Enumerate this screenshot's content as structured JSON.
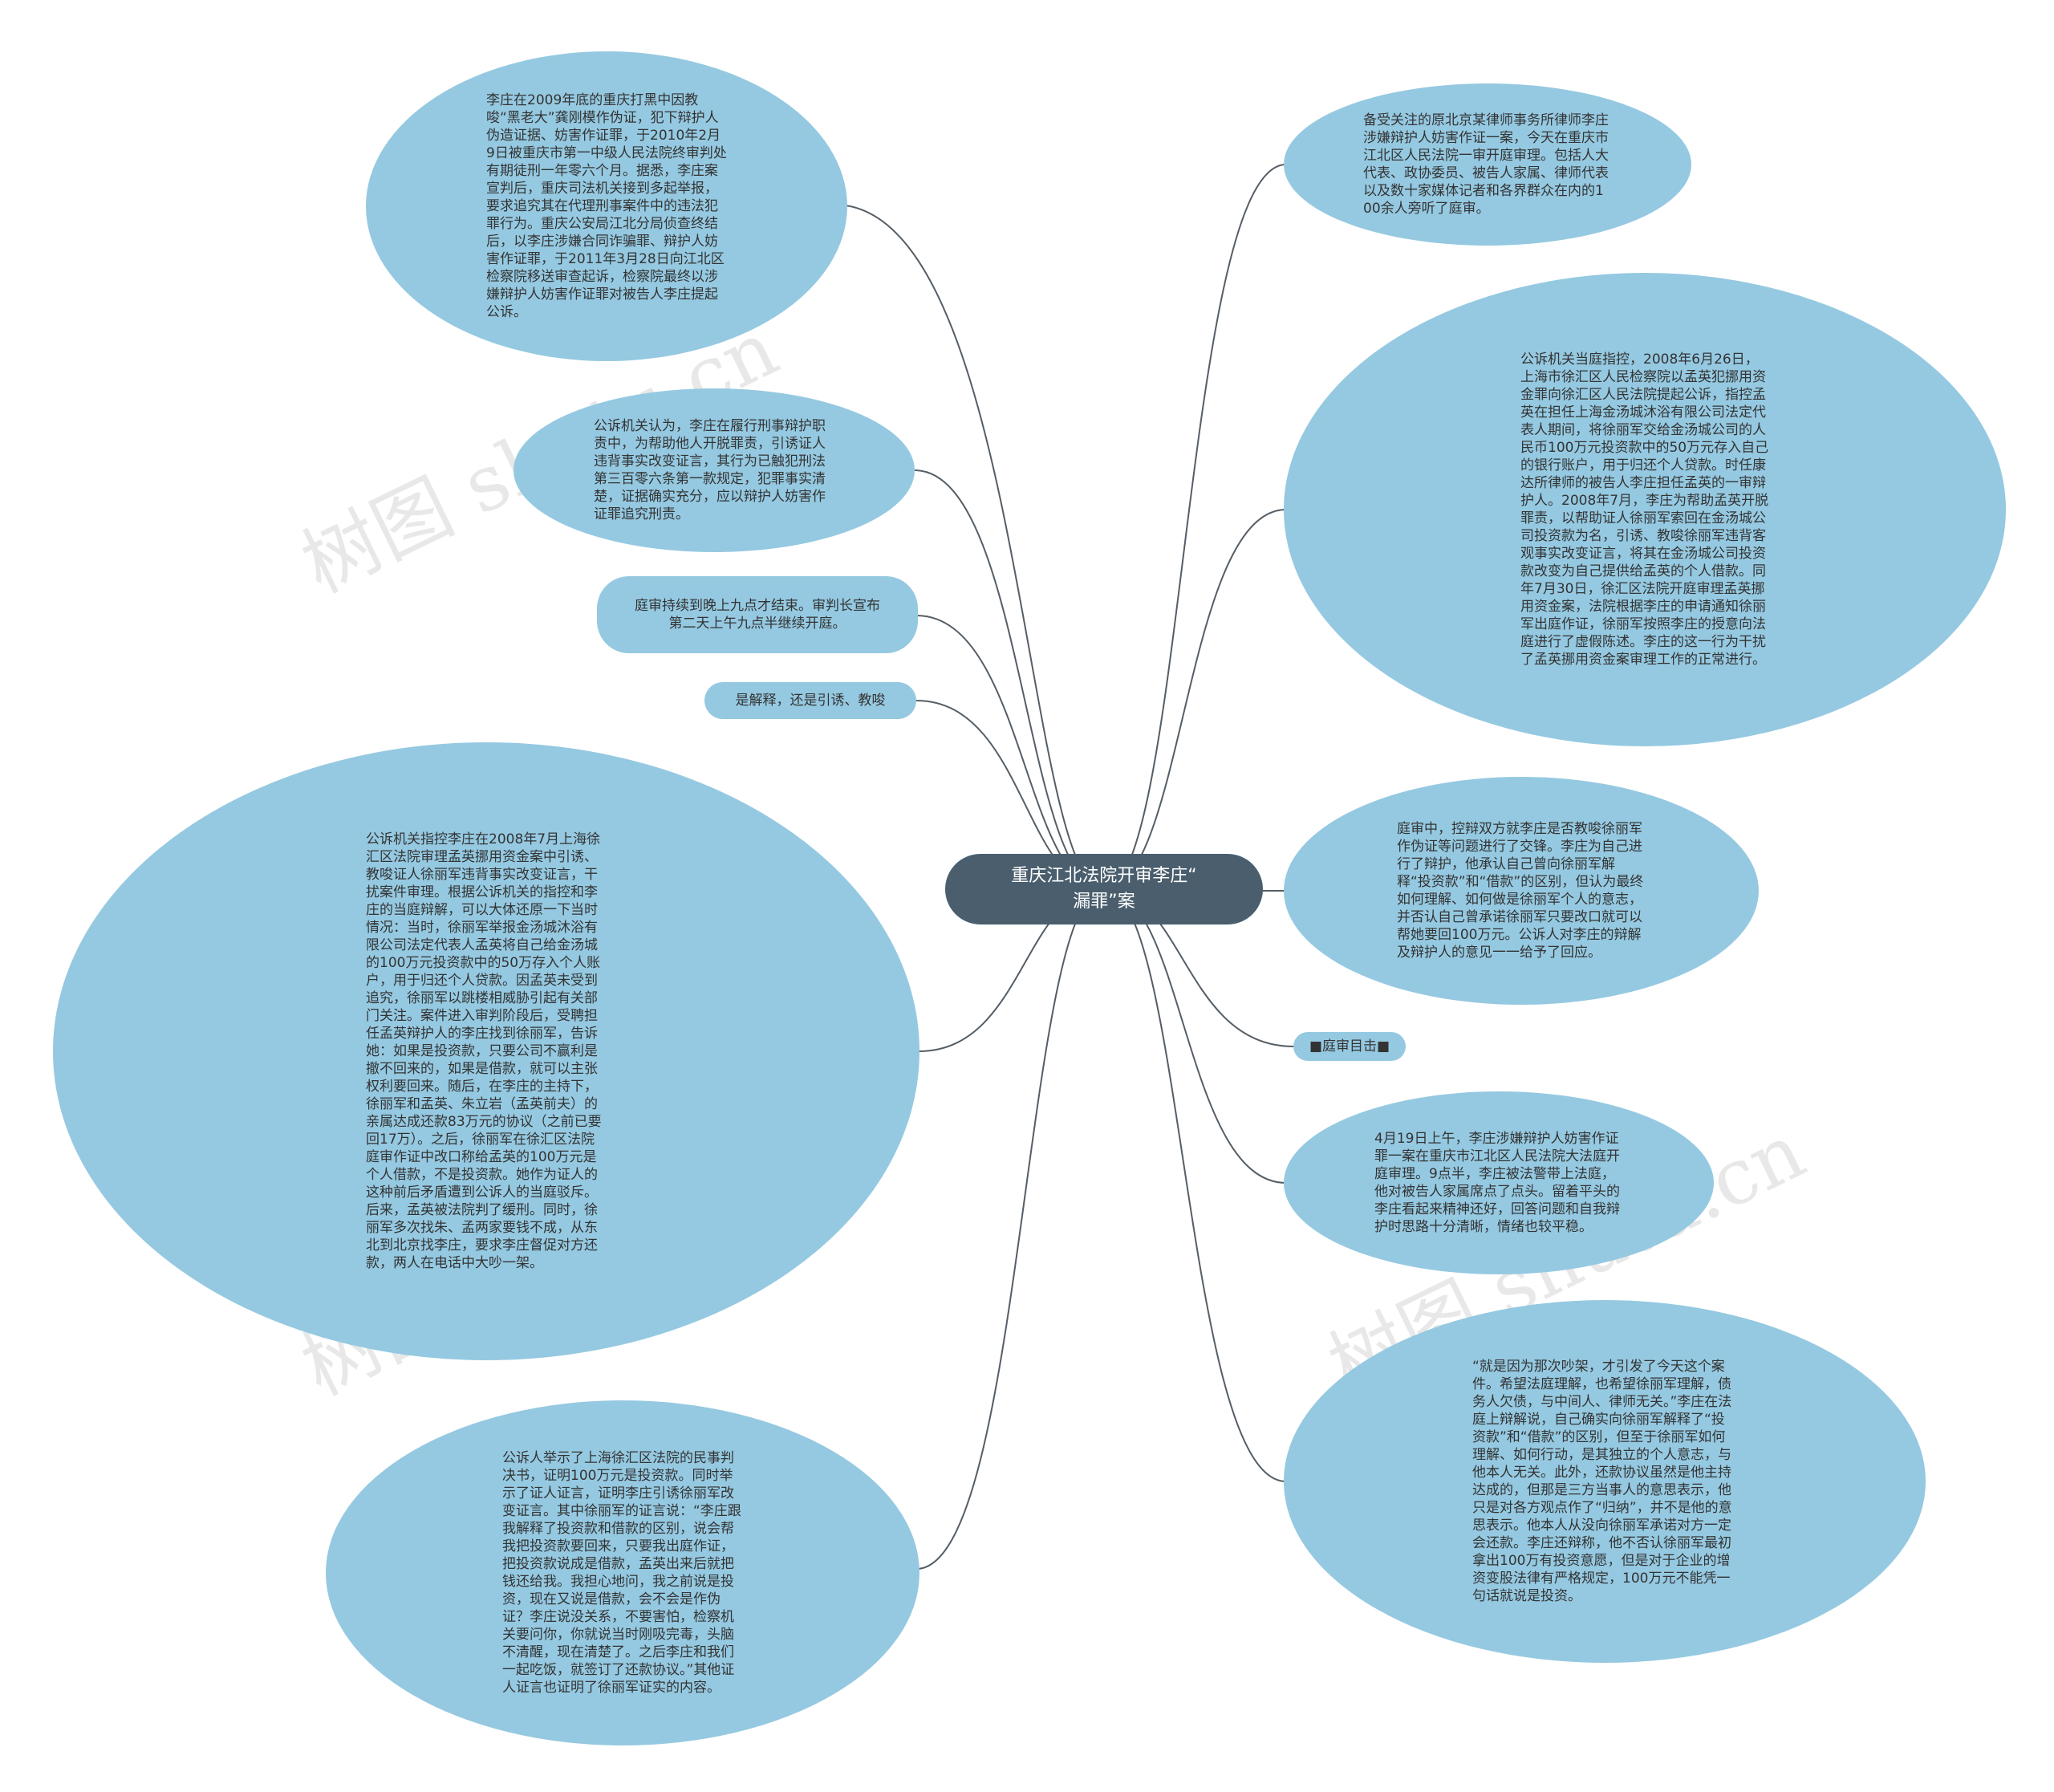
{
  "root": {
    "label": "重庆江北法院开审李庄“\n漏罪”案"
  },
  "nodes": {
    "n1": "李庄在2009年底的重庆打黑中因教唆“黑老大”龚刚模作伪证，犯下辩护人伪造证据、妨害作证罪，于2010年2月9日被重庆市第一中级人民法院终审判处有期徒刑一年零六个月。据悉，李庄案宣判后，重庆司法机关接到多起举报，要求追究其在代理刑事案件中的违法犯罪行为。重庆公安局江北分局侦查终结后，以李庄涉嫌合同诈骗罪、辩护人妨害作证罪，于2011年3月28日向江北区检察院移送审查起诉，检察院最终以涉嫌辩护人妨害作证罪对被告人李庄提起公诉。",
    "n2": "公诉机关认为，李庄在履行刑事辩护职责中，为帮助他人开脱罪责，引诱证人违背事实改变证言，其行为已触犯刑法第三百零六条第一款规定，犯罪事实清楚，证据确实充分，应以辩护人妨害作证罪追究刑责。",
    "n3": "庭审持续到晚上九点才结束。审判长宣布第二天上午九点半继续开庭。",
    "n4": "是解释，还是引诱、教唆",
    "n5": "公诉机关指控李庄在2008年7月上海徐汇区法院审理孟英挪用资金案中引诱、教唆证人徐丽军违背事实改变证言，干扰案件审理。根据公诉机关的指控和李庄的当庭辩解，可以大体还原一下当时情况：当时，徐丽军举报金汤城沐浴有限公司法定代表人孟英将自己给金汤城的100万元投资款中的50万存入个人账户，用于归还个人贷款。因孟英未受到追究，徐丽军以跳楼相威胁引起有关部门关注。案件进入审判阶段后，受聘担任孟英辩护人的李庄找到徐丽军，告诉她：如果是投资款，只要公司不赢利是撤不回来的，如果是借款，就可以主张权利要回来。随后，在李庄的主持下，徐丽军和孟英、朱立岩（孟英前夫）的亲属达成还款83万元的协议（之前已要回17万）。之后，徐丽军在徐汇区法院庭审作证中改口称给孟英的100万元是个人借款，不是投资款。她作为证人的这种前后矛盾遭到公诉人的当庭驳斥。后来，孟英被法院判了缓刑。同时，徐丽军多次找朱、孟两家要钱不成，从东北到北京找李庄，要求李庄督促对方还款，两人在电话中大吵一架。",
    "n6": "公诉人举示了上海徐汇区法院的民事判决书，证明100万元是投资款。同时举示了证人证言，证明李庄引诱徐丽军改变证言。其中徐丽军的证言说：“李庄跟我解释了投资款和借款的区别，说会帮我把投资款要回来，只要我出庭作证，把投资款说成是借款，孟英出来后就把钱还给我。我担心地问，我之前说是投资，现在又说是借款，会不会是作伪证？李庄说没关系，不要害怕，检察机关要问你，你就说当时刚吸完毒，头脑不清醒，现在清楚了。之后李庄和我们一起吃饭，就签订了还款协议。”其他证人证言也证明了徐丽军证实的内容。",
    "n7": "备受关注的原北京某律师事务所律师李庄涉嫌辩护人妨害作证一案，今天在重庆市江北区人民法院一审开庭审理。包括人大代表、政协委员、被告人家属、律师代表以及数十家媒体记者和各界群众在内的100余人旁听了庭审。",
    "n8": "公诉机关当庭指控，2008年6月26日，上海市徐汇区人民检察院以孟英犯挪用资金罪向徐汇区人民法院提起公诉，指控孟英在担任上海金汤城沐浴有限公司法定代表人期间，将徐丽军交给金汤城公司的人民币100万元投资款中的50万元存入自己的银行账户，用于归还个人贷款。时任康达所律师的被告人李庄担任孟英的一审辩护人。2008年7月，李庄为帮助孟英开脱罪责，以帮助证人徐丽军索回在金汤城公司投资款为名，引诱、教唆徐丽军违背客观事实改变证言，将其在金汤城公司投资款改变为自己提供给孟英的个人借款。同年7月30日，徐汇区法院开庭审理孟英挪用资金案，法院根据李庄的申请通知徐丽军出庭作证，徐丽军按照李庄的授意向法庭进行了虚假陈述。李庄的这一行为干扰了孟英挪用资金案审理工作的正常进行。",
    "n9": "庭审中，控辩双方就李庄是否教唆徐丽军作伪证等问题进行了交锋。李庄为自己进行了辩护，他承认自己曾向徐丽军解释“投资款”和“借款”的区别，但认为最终如何理解、如何做是徐丽军个人的意志，并否认自己曾承诺徐丽军只要改口就可以帮她要回100万元。公诉人对李庄的辩解及辩护人的意见一一给予了回应。",
    "n10": "■庭审目击■",
    "n11": "4月19日上午，李庄涉嫌辩护人妨害作证罪一案在重庆市江北区人民法院大法庭开庭审理。9点半，李庄被法警带上法庭，他对被告人家属席点了点头。留着平头的李庄看起来精神还好，回答问题和自我辩护时思路十分清晰，情绪也较平稳。",
    "n12": "“就是因为那次吵架，才引发了今天这个案件。希望法庭理解，也希望徐丽军理解，债务人欠债，与中间人、律师无关。”李庄在法庭上辩解说，自己确实向徐丽军解释了“投资款”和“借款”的区别，但至于徐丽军如何理解、如何行动，是其独立的个人意志，与他本人无关。此外，还款协议虽然是他主持达成的，但那是三方当事人的意思表示，他只是对各方观点作了“归纳”，并不是他的意思表示。他本人从没向徐丽军承诺对方一定会还款。李庄还辩称，他不否认徐丽军最初拿出100万有投资意愿，但是对于企业的增资变股法律有严格规定，100万元不能凭一句话就说是投资。"
  },
  "watermark": "树图 shutu.cn",
  "colors": {
    "node": "#95c9e1",
    "root": "#4a5e6d",
    "edge": "#555e66"
  }
}
